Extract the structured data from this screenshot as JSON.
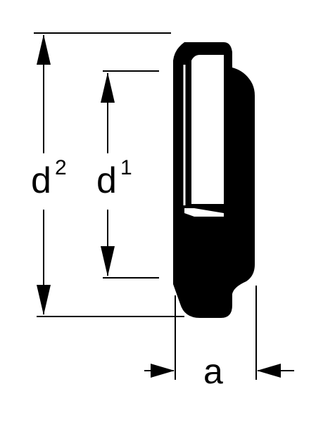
{
  "labels": {
    "outer_diameter": {
      "letter": "d",
      "index": "2"
    },
    "inner_diameter": {
      "letter": "d",
      "index": "1"
    },
    "thickness": "a"
  },
  "colors": {
    "ink": "#000000",
    "paper": "#ffffff"
  }
}
